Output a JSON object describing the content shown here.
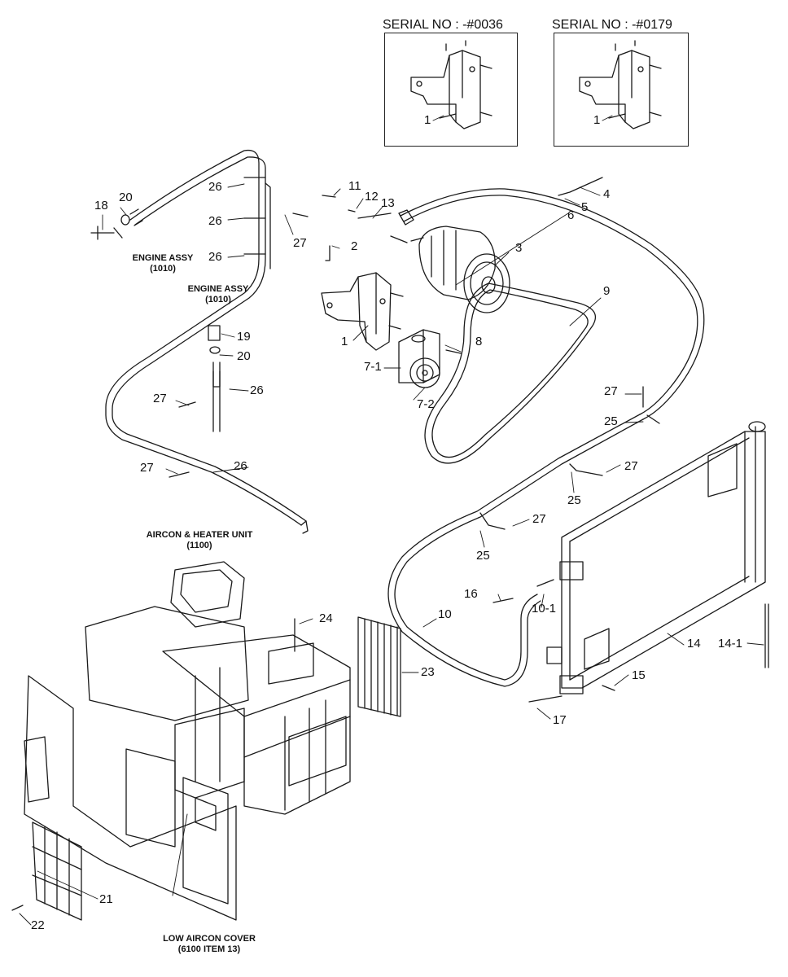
{
  "serial_boxes": [
    {
      "title": "SERIAL NO : -#0036",
      "callout": "1"
    },
    {
      "title": "SERIAL NO : -#0179",
      "callout": "1"
    }
  ],
  "captions": {
    "engine_assy_1": {
      "line1": "ENGINE ASSY",
      "line2": "(1010)"
    },
    "engine_assy_2": {
      "line1": "ENGINE ASSY",
      "line2": "(1010)"
    },
    "aircon_heater": {
      "line1": "AIRCON & HEATER UNIT",
      "line2": "(1100)"
    },
    "low_aircon_cover": {
      "line1": "LOW AIRCON COVER",
      "line2": "(6100 ITEM 13)"
    }
  },
  "callouts": {
    "c18": "18",
    "c20a": "20",
    "c26a": "26",
    "c26b": "26",
    "c26c": "26",
    "c27a": "27",
    "c11": "11",
    "c12": "12",
    "c13": "13",
    "c4": "4",
    "c5": "5",
    "c6": "6",
    "c2": "2",
    "c3": "3",
    "c9": "9",
    "c19": "19",
    "c20b": "20",
    "c1": "1",
    "c8": "8",
    "c7_1": "7-1",
    "c7_2": "7-2",
    "c27b": "27",
    "c26d": "26",
    "c27c": "27",
    "c25a": "25",
    "c27d": "27",
    "c26e": "26",
    "c27e": "27",
    "c25b": "25",
    "c27f": "27",
    "c25c": "25",
    "c16": "16",
    "c10_1": "10-1",
    "c10": "10",
    "c24": "24",
    "c23": "23",
    "c14": "14",
    "c14_1": "14-1",
    "c15": "15",
    "c17": "17",
    "c21": "21",
    "c22": "22"
  }
}
